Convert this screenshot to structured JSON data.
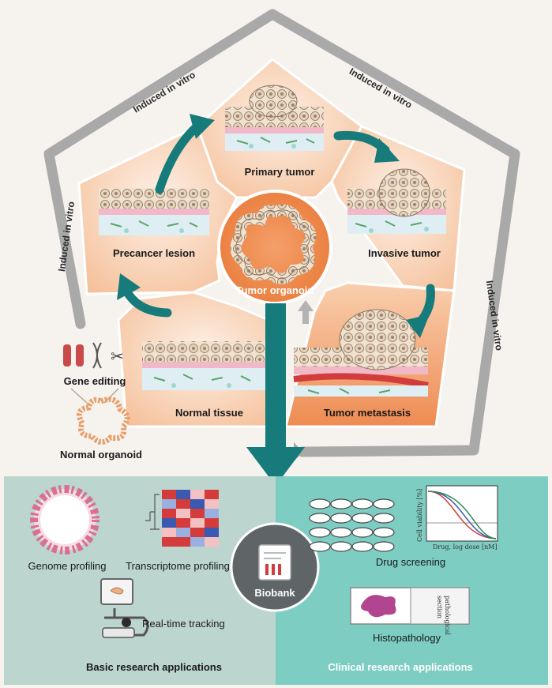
{
  "cycle": {
    "center": "Tumor organoid",
    "stages": {
      "primary": "Primary tumor",
      "invasive": "Invasive tumor",
      "metastasis": "Tumor metastasis",
      "normal": "Normal tissue",
      "precancer": "Precancer lesion"
    },
    "ring_labels": {
      "top_left": "Induced in vitro",
      "top_right": "Induced in vitro",
      "left": "Induced in vitro",
      "right": "Induced in vitro"
    }
  },
  "inputs": {
    "gene_editing": "Gene editing",
    "normal_organoid": "Normal organoid"
  },
  "basic": {
    "title": "Basic research applications",
    "genome": "Genome profiling",
    "transcriptome": "Transcriptome profiling",
    "tracking": "Real-time tracking"
  },
  "biobank": "Biobank",
  "clinical": {
    "title": "Clinical research applications",
    "drug": "Drug screening",
    "histo": "Histopathology",
    "slide_text": [
      "pathological",
      "section"
    ],
    "curve_ylabel": "Cell viability [%]",
    "curve_xlabel": "Drug, log dose [nM]"
  },
  "colors": {
    "teal": "#167b7a",
    "peach": "#f6c8a7",
    "orange": "#ef8a4d",
    "basic_bg": "#bcd5cf",
    "clinical_bg": "#7ecdc2",
    "ring": "#a9a9a9"
  }
}
